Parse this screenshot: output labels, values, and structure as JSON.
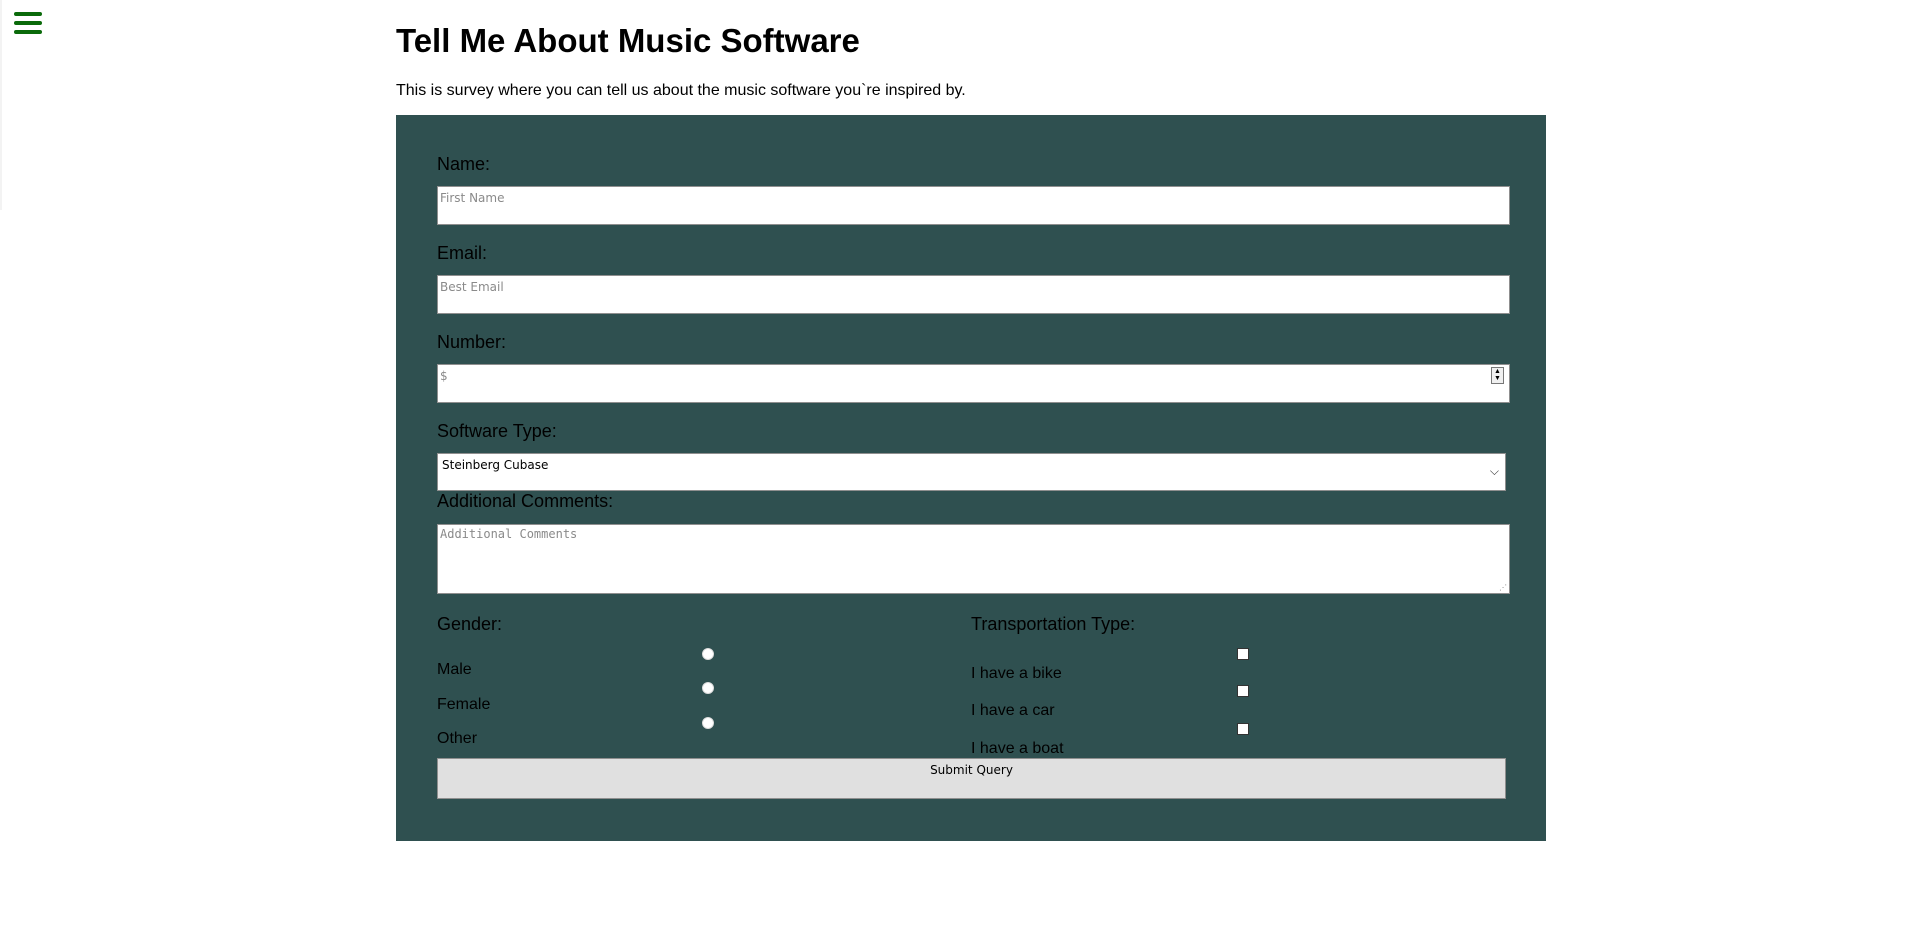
{
  "page": {
    "title": "Tell Me About Music Software",
    "description": "This is survey where you can tell us about the music software you`re inspired by."
  },
  "colors": {
    "panel": "#2f5050",
    "menu": "#0a6a0a"
  },
  "form": {
    "name": {
      "label": "Name:",
      "placeholder": "First Name"
    },
    "email": {
      "label": "Email:",
      "placeholder": "Best Email"
    },
    "number": {
      "label": "Number:",
      "placeholder": "$"
    },
    "software": {
      "label": "Software Type:",
      "selected": "Steinberg Cubase"
    },
    "comments": {
      "label": "Additional Comments:",
      "placeholder": "Additional Comments"
    },
    "gender": {
      "label": "Gender:",
      "options": [
        "Male",
        "Female",
        "Other"
      ]
    },
    "transport": {
      "label": "Transportation Type:",
      "options": [
        "I have a bike",
        "I have a car",
        "I have a boat"
      ]
    },
    "submit_label": "Submit Query"
  },
  "icons": {
    "menu": "hamburger-menu-icon"
  }
}
